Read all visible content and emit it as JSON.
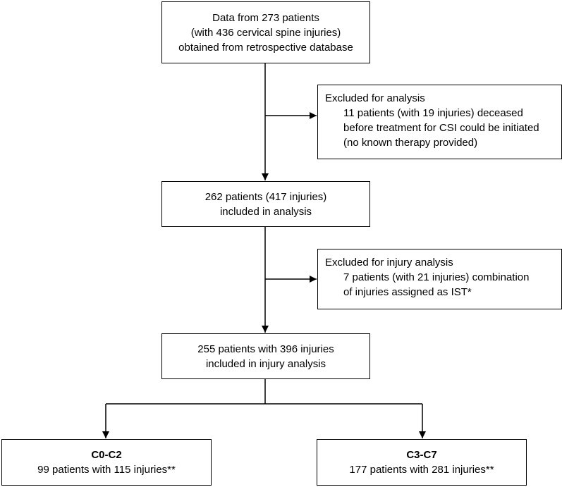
{
  "nodes": {
    "source": {
      "lines": [
        "Data from 273 patients",
        "(with 436 cervical spine injuries)",
        "obtained from retrospective database"
      ]
    },
    "excluded_analysis": {
      "heading": "Excluded for analysis",
      "lines": [
        "11 patients (with 19 injuries) deceased",
        "before treatment for CSI could be initiated",
        "(no known therapy provided)"
      ]
    },
    "included_analysis": {
      "lines": [
        "262 patients (417 injuries)",
        "included in analysis"
      ]
    },
    "excluded_injury": {
      "heading": "Excluded for injury analysis",
      "lines": [
        "7 patients (with 21 injuries) combination",
        "of injuries assigned as IST*"
      ]
    },
    "included_injury": {
      "lines": [
        "255 patients with 396 injuries",
        "included in injury analysis"
      ]
    },
    "c0_c2": {
      "title": "C0-C2",
      "lines": [
        "99 patients with 115 injuries**"
      ]
    },
    "c3_c7": {
      "title": "C3-C7",
      "lines": [
        "177 patients with 281 injuries**"
      ]
    }
  }
}
